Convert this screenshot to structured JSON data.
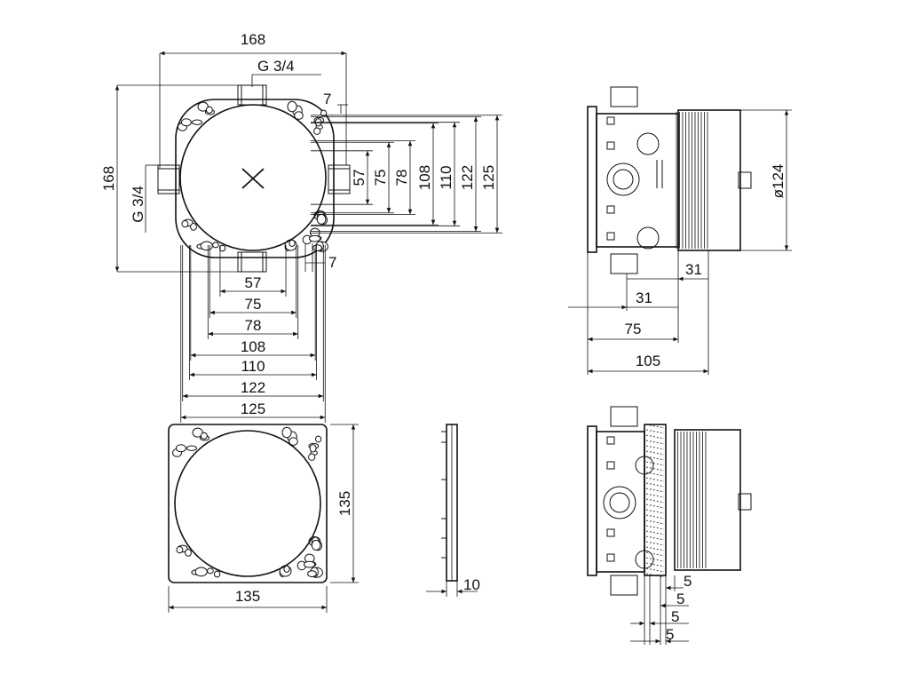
{
  "top_view": {
    "overall_width": "168",
    "overall_height": "168",
    "thread_top": "G 3/4",
    "thread_left": "G 3/4",
    "offset_top": "7",
    "offset_bottom": "7",
    "right_dims": [
      "57",
      "75",
      "78",
      "108",
      "110",
      "122",
      "125"
    ],
    "bottom_dims": [
      "57",
      "75",
      "78",
      "108",
      "110",
      "122",
      "125"
    ]
  },
  "side_view": {
    "diameter": "ø124",
    "dims": [
      "31",
      "31",
      "75",
      "105"
    ]
  },
  "plate_view": {
    "height": "135",
    "width": "135"
  },
  "profile_view": {
    "thickness": "10"
  },
  "side_view_2": {
    "dims": [
      "5",
      "5",
      "5",
      "5"
    ]
  }
}
